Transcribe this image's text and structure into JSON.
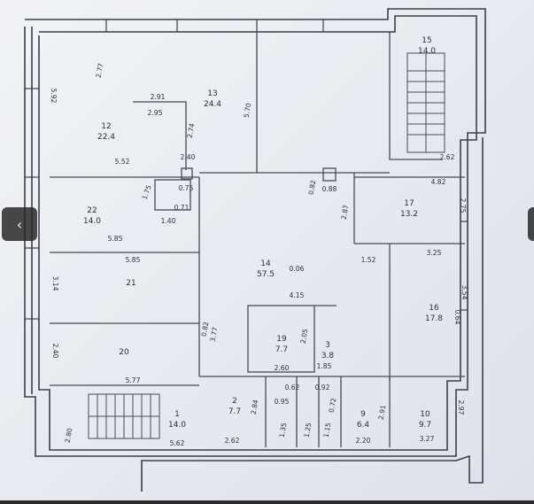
{
  "viewer": {
    "prev_label": "‹",
    "next_label": "›"
  },
  "plan": {
    "rooms": [
      {
        "num": "12",
        "area": "22.4"
      },
      {
        "num": "13",
        "area": "24.4"
      },
      {
        "num": "15",
        "area": "14.0"
      },
      {
        "num": "22",
        "area": "14.0"
      },
      {
        "num": "21",
        "area": ""
      },
      {
        "num": "20",
        "area": ""
      },
      {
        "num": "14",
        "area": "57.5"
      },
      {
        "num": "17",
        "area": "13.2"
      },
      {
        "num": "16",
        "area": "17.8"
      },
      {
        "num": "19",
        "area": "7.7"
      },
      {
        "num": "3",
        "area": "3.8"
      },
      {
        "num": "2",
        "area": "7.7"
      },
      {
        "num": "1",
        "area": "14.0"
      },
      {
        "num": "9",
        "area": "6.4"
      },
      {
        "num": "10",
        "area": "9.7"
      }
    ],
    "dims": [
      "5.92",
      "2.77",
      "2.91",
      "2.95",
      "5.52",
      "2.74",
      "2.40",
      "5.70",
      "0.82",
      "0.88",
      "1.75",
      "0.75",
      "0.71",
      "1.40",
      "2.87",
      "5.85",
      "5.85",
      "3.14",
      "2.40",
      "2.62",
      "4.82",
      "2.75",
      "3.25",
      "1.52",
      "3.54",
      "0.64",
      "0.06",
      "4.15",
      "2.05",
      "1.85",
      "2.60",
      "5.77",
      "2.62",
      "2.84",
      "2.91",
      "2.97",
      "2.20",
      "3.27",
      "5.62",
      "2.80",
      "0.82",
      "0.95",
      "1.35",
      "1.25",
      "1.15",
      "0.72",
      "0.92",
      "0.62",
      "3.77"
    ]
  }
}
